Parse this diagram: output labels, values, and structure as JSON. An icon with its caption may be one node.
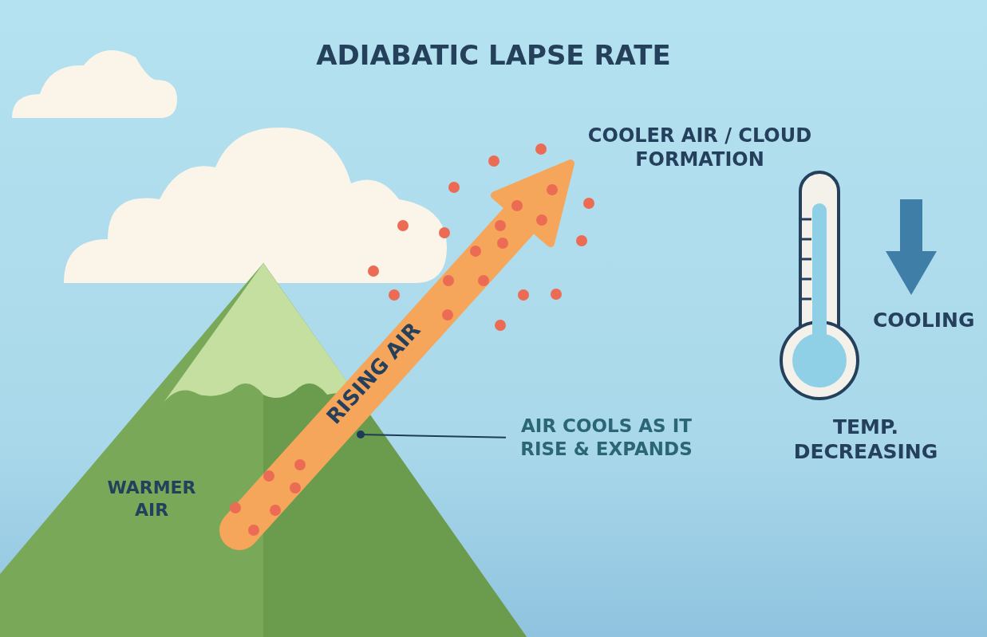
{
  "diagram": {
    "title": "ADIABATIC LAPSE RATE",
    "nodes": [
      {
        "text": [
          "AIR COOLS AS IT RISE & EXPANDS"
        ]
      },
      {
        "text": [],
        "shape": "picture"
      }
    ],
    "edges": [
      {
        "from": 0,
        "to": 1,
        "arrow": "other"
      }
    ],
    "labels": [
      "COOLER AIR / CLOUD FORMATION",
      "RISING AIR",
      "COOLING",
      "WARMER AIR",
      "TEMP. DECREASING"
    ]
  }
}
